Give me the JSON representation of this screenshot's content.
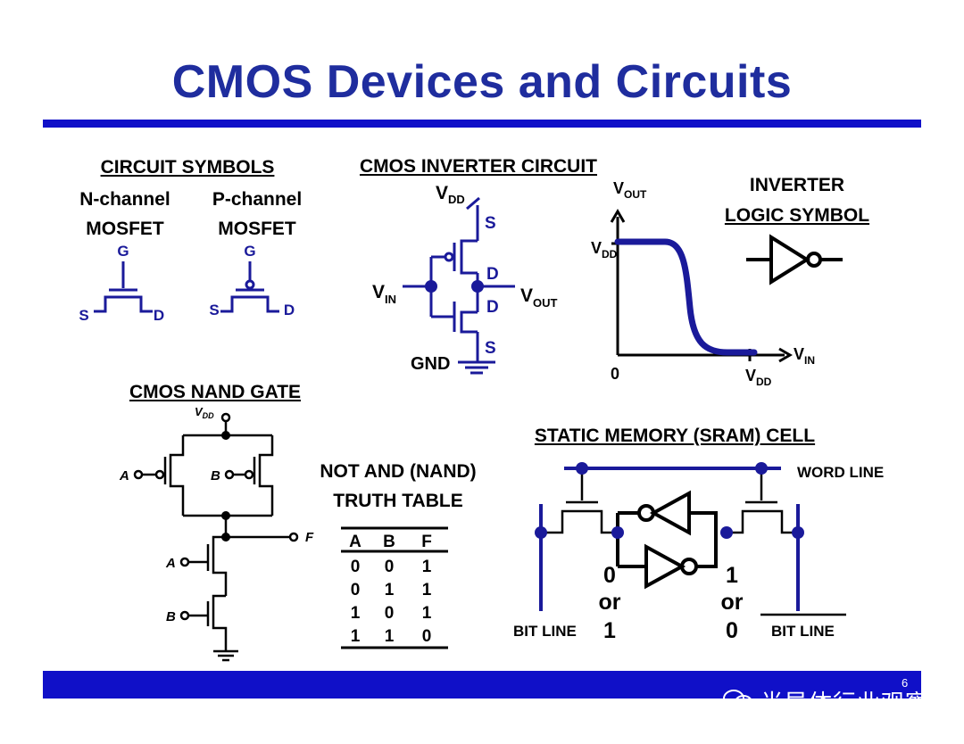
{
  "title": "CMOS Devices and Circuits",
  "symbols": {
    "heading": "CIRCUIT SYMBOLS",
    "n_label_1": "N-channel",
    "n_label_2": "MOSFET",
    "p_label_1": "P-channel",
    "p_label_2": "MOSFET",
    "g": "G",
    "s": "S",
    "d": "D"
  },
  "inverter": {
    "heading": "CMOS INVERTER CIRCUIT",
    "vdd": "V",
    "vdd_sub": "DD",
    "vin": "V",
    "vin_sub": "IN",
    "vout": "V",
    "vout_sub": "OUT",
    "gnd": "GND",
    "s": "S",
    "d": "D"
  },
  "transfer": {
    "y_label": "V",
    "y_sub": "OUT",
    "y_tick": "V",
    "y_tick_sub": "DD",
    "x_label": "V",
    "x_sub": "IN",
    "x_origin": "0",
    "x_tick": "V",
    "x_tick_sub": "DD"
  },
  "logic_symbol": {
    "line1": "INVERTER",
    "line2": "LOGIC SYMBOL"
  },
  "nand": {
    "heading": "CMOS NAND GATE",
    "vdd": "V",
    "vdd_sub": "DD",
    "a": "A",
    "b": "B",
    "f": "F"
  },
  "truth_table": {
    "title1": "NOT AND (NAND)",
    "title2": "TRUTH TABLE",
    "headers": [
      "A",
      "B",
      "F"
    ],
    "rows": [
      [
        "0",
        "0",
        "1"
      ],
      [
        "0",
        "1",
        "1"
      ],
      [
        "1",
        "0",
        "1"
      ],
      [
        "1",
        "1",
        "0"
      ]
    ]
  },
  "sram": {
    "heading": "STATIC MEMORY (SRAM) CELL",
    "word_line": "WORD LINE",
    "bit_line": "BIT LINE",
    "bit_line_bar": "BIT LINE",
    "left_0": "0",
    "left_or": "or",
    "left_1": "1",
    "right_1": "1",
    "right_or": "or",
    "right_0": "0"
  },
  "footer": {
    "page": "6",
    "watermark": "半导体行业观察"
  },
  "colors": {
    "accent": "#1010c8",
    "title": "#1f2d9e",
    "wire": "#1a1a9a"
  }
}
